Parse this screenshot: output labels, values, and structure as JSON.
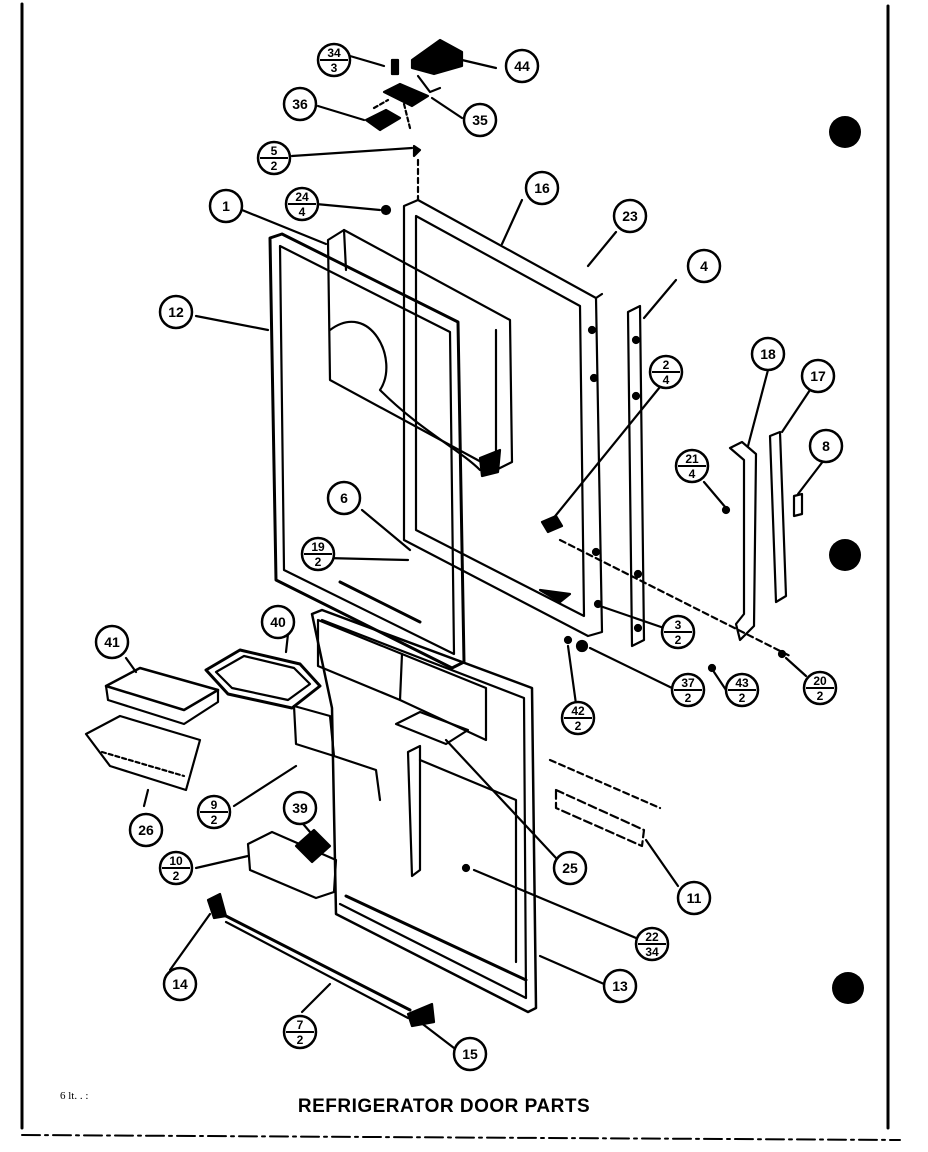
{
  "title": "REFRIGERATOR DOOR PARTS",
  "corner_mark": "6 lt. . :",
  "callouts": [
    {
      "id": "c44",
      "top": "44"
    },
    {
      "id": "c34",
      "top": "34",
      "bottom": "3"
    },
    {
      "id": "c36",
      "top": "36"
    },
    {
      "id": "c35",
      "top": "35"
    },
    {
      "id": "c5",
      "top": "5",
      "bottom": "2"
    },
    {
      "id": "c24",
      "top": "24",
      "bottom": "4"
    },
    {
      "id": "c1",
      "top": "1"
    },
    {
      "id": "c16",
      "top": "16"
    },
    {
      "id": "c23",
      "top": "23"
    },
    {
      "id": "c4",
      "top": "4"
    },
    {
      "id": "c12",
      "top": "12"
    },
    {
      "id": "c2",
      "top": "2",
      "bottom": "4"
    },
    {
      "id": "c18",
      "top": "18"
    },
    {
      "id": "c17",
      "top": "17"
    },
    {
      "id": "c8",
      "top": "8"
    },
    {
      "id": "c21",
      "top": "21",
      "bottom": "4"
    },
    {
      "id": "c6",
      "top": "6"
    },
    {
      "id": "c19",
      "top": "19",
      "bottom": "2"
    },
    {
      "id": "c3",
      "top": "3",
      "bottom": "2"
    },
    {
      "id": "c41",
      "top": "41"
    },
    {
      "id": "c40",
      "top": "40"
    },
    {
      "id": "c37",
      "top": "37",
      "bottom": "2"
    },
    {
      "id": "c43",
      "top": "43",
      "bottom": "2"
    },
    {
      "id": "c20",
      "top": "20",
      "bottom": "2"
    },
    {
      "id": "c42",
      "top": "42",
      "bottom": "2"
    },
    {
      "id": "c9",
      "top": "9",
      "bottom": "2"
    },
    {
      "id": "c26",
      "top": "26"
    },
    {
      "id": "c39",
      "top": "39"
    },
    {
      "id": "c25",
      "top": "25"
    },
    {
      "id": "c11",
      "top": "11"
    },
    {
      "id": "c10",
      "top": "10",
      "bottom": "2"
    },
    {
      "id": "c22",
      "top": "22",
      "bottom": "34"
    },
    {
      "id": "c14",
      "top": "14"
    },
    {
      "id": "c13",
      "top": "13"
    },
    {
      "id": "c7",
      "top": "7",
      "bottom": "2"
    },
    {
      "id": "c15",
      "top": "15"
    }
  ]
}
